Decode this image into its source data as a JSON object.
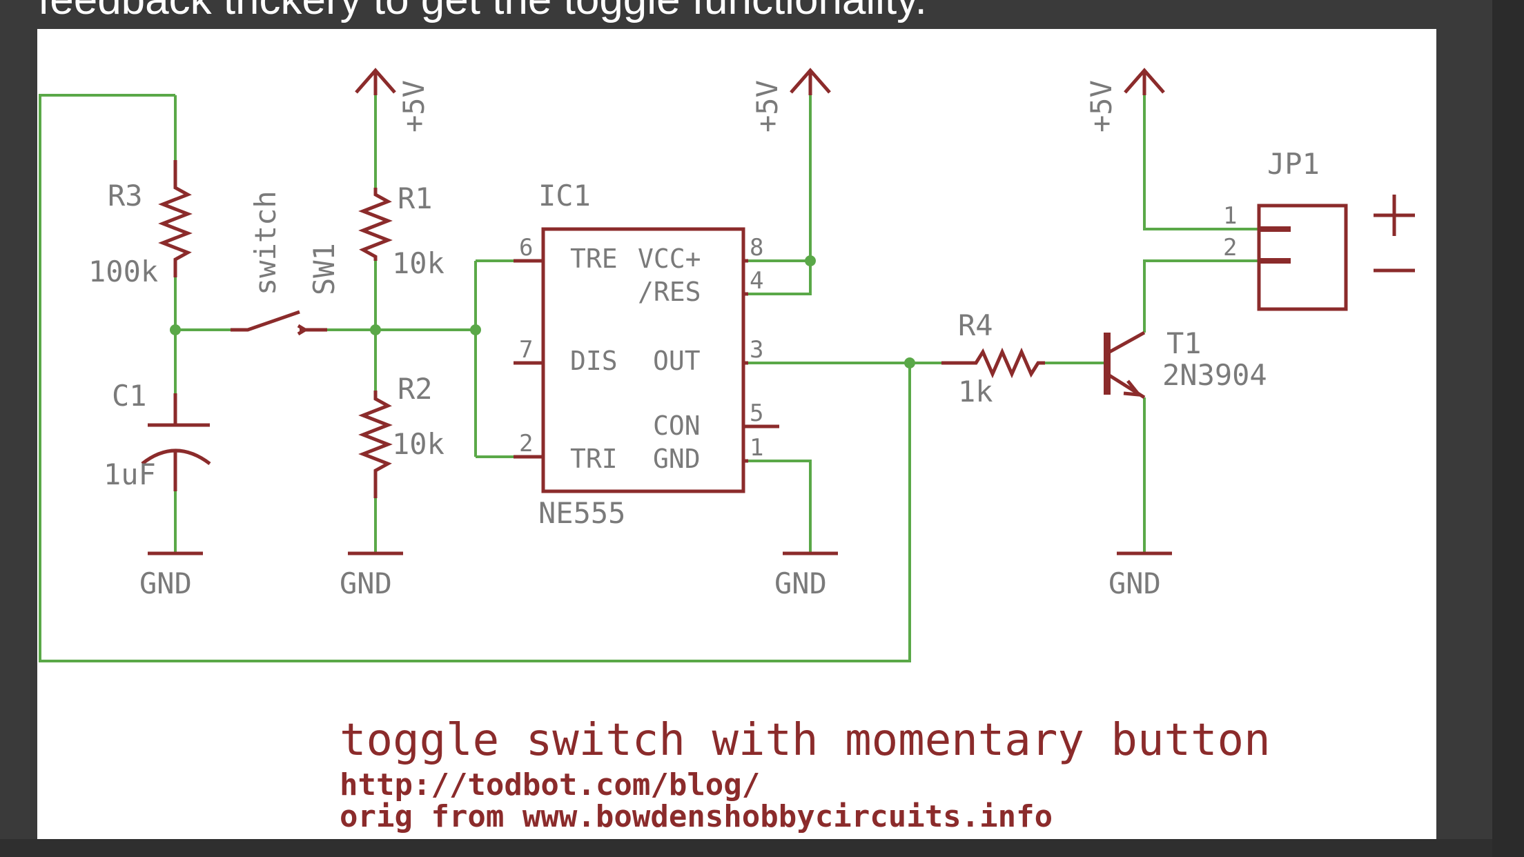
{
  "page": {
    "top_text": "feedback trickery to get the toggle functionality."
  },
  "colors": {
    "wire": "#5aa848",
    "component": "#8b2b2b",
    "label_gray": "#7a7a7a",
    "background": "#3a3a3a",
    "schematic_bg": "#ffffff"
  },
  "labels": {
    "r3": "R3",
    "r3_value": "100k",
    "switch_name": "switch",
    "sw1": "SW1",
    "r1": "R1",
    "r1_value": "10k",
    "r2": "R2",
    "r2_value": "10k",
    "c1": "C1",
    "c1_value": "1uF",
    "ic1": "IC1",
    "ic_part": "NE555",
    "pin_tre": "TRE",
    "pin_vcc": "VCC+",
    "pin_res": "/RES",
    "pin_dis": "DIS",
    "pin_out": "OUT",
    "pin_con": "CON",
    "pin_tri": "TRI",
    "pin_gnd": "GND",
    "pin6": "6",
    "pin7": "7",
    "pin2": "2",
    "pin8": "8",
    "pin4": "4",
    "pin3": "3",
    "pin5": "5",
    "pin1": "1",
    "r4": "R4",
    "r4_value": "1k",
    "t1": "T1",
    "t1_part": "2N3904",
    "jp1": "JP1",
    "jp_pin1": "1",
    "jp_pin2": "2",
    "plus": "+",
    "minus": "−",
    "vcc": "+5V",
    "gnd": "GND"
  },
  "caption": {
    "title": "toggle switch with momentary button",
    "url": "http://todbot.com/blog/",
    "orig": "orig from www.bowdenshobbycircuits.info"
  }
}
